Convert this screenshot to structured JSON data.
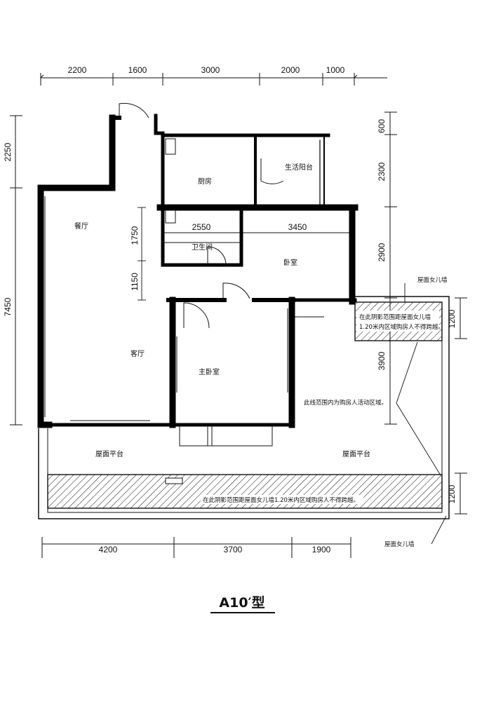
{
  "title": "A10′型",
  "dims_top": [
    "2200",
    "1600",
    "3000",
    "2000",
    "1000"
  ],
  "dims_bottom": [
    "4200",
    "3700",
    "1900"
  ],
  "dims_left": [
    "2250",
    "7450"
  ],
  "dims_right": [
    "600",
    "2300",
    "2900",
    "1200",
    "3900",
    "1200"
  ],
  "dims_inner": [
    "1750",
    "1150",
    "2550",
    "3450"
  ],
  "rooms": {
    "kitchen": "厨房",
    "utility_balcony": "生活阳台",
    "dining": "餐厅",
    "bathroom": "卫生间",
    "bedroom": "卧室",
    "living": "客厅",
    "master_bedroom": "主卧室",
    "roof_terrace_left": "屋面平台",
    "roof_terrace_right": "屋面平台"
  },
  "notes": {
    "parapet_top": "屋面女儿墙",
    "parapet_bottom": "屋面女儿墙",
    "hatch_right_line1": "在此阴影范围距屋面女儿墙",
    "hatch_right_line2": "1.20米内区域购房人不得跨越。",
    "activity_area": "此线范围内为购房人活动区域。",
    "hatch_bottom": "在此阴影范围距屋面女儿墙1.20米内区域购房人不得跨越。"
  }
}
